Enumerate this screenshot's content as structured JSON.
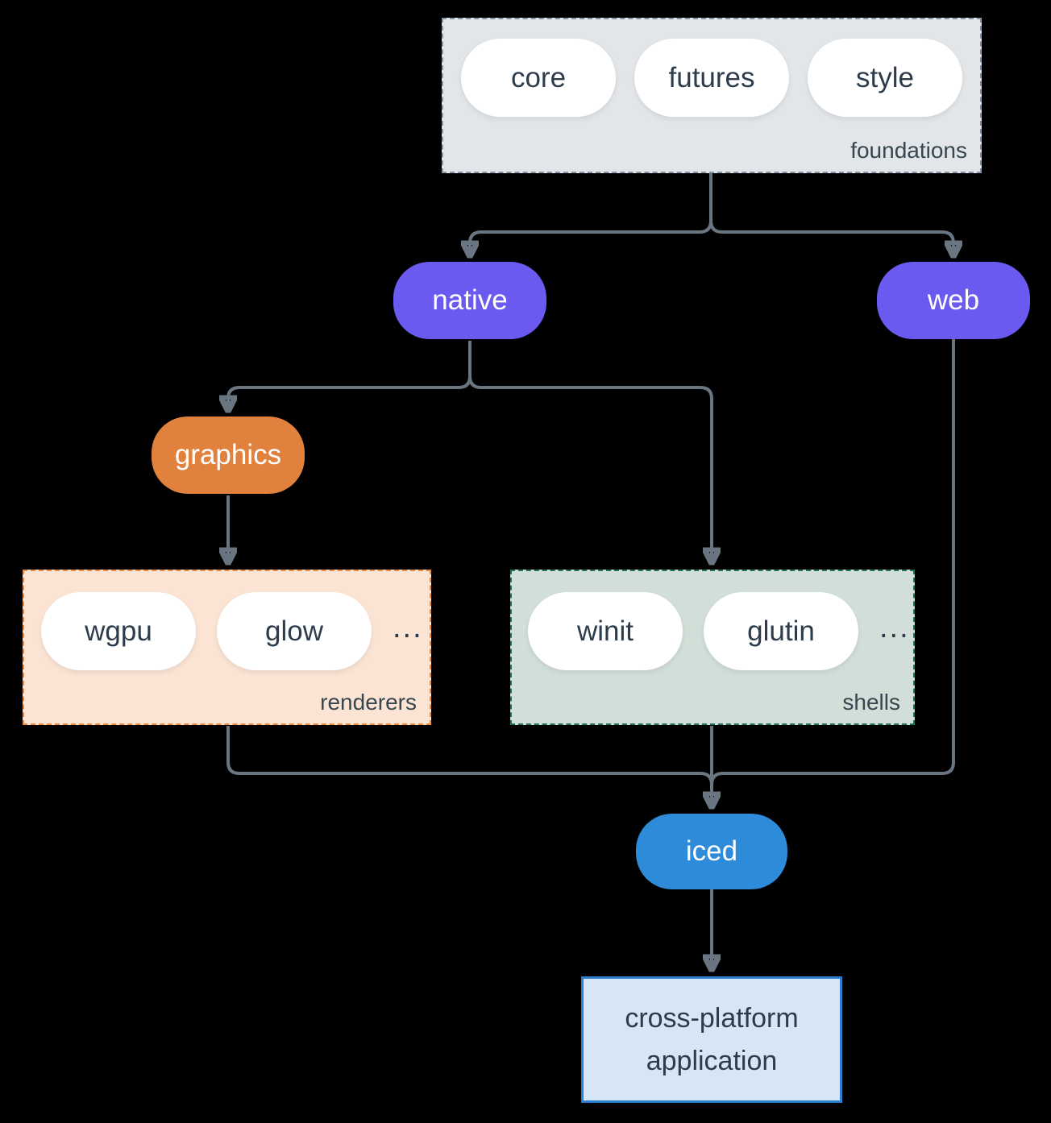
{
  "nodes": {
    "foundations": {
      "label": "foundations",
      "pills": [
        "core",
        "futures",
        "style"
      ]
    },
    "native": {
      "label": "native"
    },
    "web": {
      "label": "web"
    },
    "graphics": {
      "label": "graphics"
    },
    "renderers": {
      "label": "renderers",
      "pills": [
        "wgpu",
        "glow"
      ],
      "ellipsis": "..."
    },
    "shells": {
      "label": "shells",
      "pills": [
        "winit",
        "glutin"
      ],
      "ellipsis": "..."
    },
    "iced": {
      "label": "iced"
    },
    "application": {
      "label": "cross-platform application"
    }
  },
  "colors": {
    "background": "#000000",
    "edge": "#6A7582",
    "pill_text": "#2D3C4C",
    "white_pill_fill": "#FFFFFF",
    "purple_pill_fill": "#6B5AEF",
    "orange_pill_fill": "#E0823E",
    "blue_pill_fill": "#2E8BD9",
    "foundations_fill": "#E2E6E9",
    "foundations_border": "#8494A6",
    "renderers_fill": "#FBE4D3",
    "renderers_border": "#EE8A3A",
    "shells_fill": "#D2DFD8",
    "shells_border": "#20705F",
    "application_fill": "#D7E6F7",
    "application_border": "#2C80D2",
    "group_label_text": "#37464F"
  }
}
